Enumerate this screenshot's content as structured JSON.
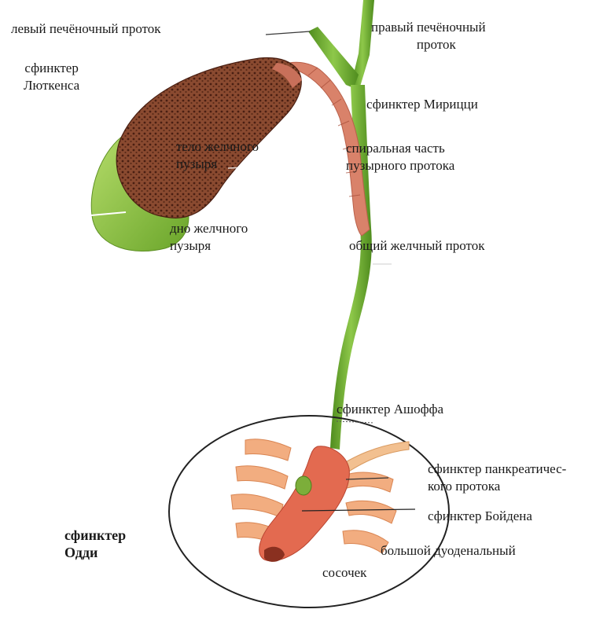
{
  "labels": {
    "left_hepatic_duct": "левый печёночный проток",
    "right_hepatic_duct": [
      "правый печёночный",
      "проток"
    ],
    "lutkens_sphincter": [
      "сфинктер",
      "Люткенса"
    ],
    "mirizzi_sphincter": "сфинктер Мирицци",
    "gallbladder_body": [
      "тело желчного",
      "пузыря"
    ],
    "spiral_part": [
      "спиральная часть",
      "пузырного протока"
    ],
    "gallbladder_fundus": [
      "дно желчного",
      "пузыря"
    ],
    "common_bile_duct": "общий желчный проток",
    "ashoff_sphincter": "сфинктер Ашоффа",
    "pancreatic_sphincter": [
      "сфинктер панкреатичес-",
      "кого протока"
    ],
    "boyden_sphincter": "сфинктер Бойдена",
    "oddi_sphincter": [
      "сфинктер",
      "Одди"
    ],
    "major_papilla": [
      "большой дуоденальный",
      "сосочек"
    ]
  },
  "colors": {
    "duct_green": "#6ea830",
    "duct_dark": "#3f7a16",
    "gallbladder_brown": "#7a3a26",
    "gallbladder_speckle": "#4a1f12",
    "fundus_green": "#8cc63f",
    "spiral_pink": "#d9826a",
    "duodenum_orange": "#f0a070",
    "ellipse_stroke": "#222222"
  }
}
